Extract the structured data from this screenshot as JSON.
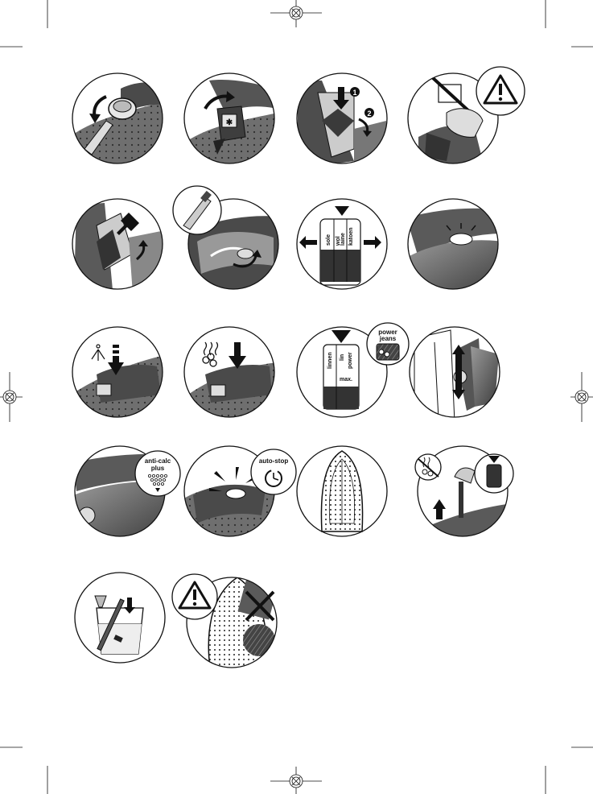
{
  "colors": {
    "ink": "#111111",
    "dark_grey": "#5a5a5a",
    "mid_grey": "#8a8a8a",
    "light_grey": "#c8c8c8",
    "paper": "#ffffff"
  },
  "registration_marks": [
    "crosshair-top",
    "crosshair-bottom",
    "crosshair-left",
    "crosshair-right"
  ],
  "steps": [
    {
      "id": 1,
      "icon": "dial-rotate-left"
    },
    {
      "id": 2,
      "icon": "dial-rotate-right"
    },
    {
      "id": 3,
      "icon": "press-button-sequence",
      "numbers": [
        "1",
        "2"
      ]
    },
    {
      "id": 4,
      "icon": "filling-under-tap-warning"
    },
    {
      "id": 5,
      "icon": "press-release-button"
    },
    {
      "id": 6,
      "icon": "fill-water-tank"
    },
    {
      "id": 7,
      "icon": "temperature-dial-scale",
      "dial_words": [
        "sole",
        "wol",
        "laine",
        "katoen"
      ]
    },
    {
      "id": 8,
      "icon": "indicator-light"
    },
    {
      "id": 9,
      "icon": "spray-button"
    },
    {
      "id": 10,
      "icon": "steam-shot-button"
    },
    {
      "id": 11,
      "icon": "power-jeans-dial",
      "badge": "power\njeans",
      "dial_words": [
        "linnen",
        "lin",
        "power",
        "max."
      ]
    },
    {
      "id": 12,
      "icon": "vertical-steaming"
    },
    {
      "id": 13,
      "icon": "anti-calc-plus",
      "badge": "anti-calc\nplus"
    },
    {
      "id": 14,
      "icon": "auto-stop",
      "badge": "auto-stop"
    },
    {
      "id": 15,
      "icon": "soleplate"
    },
    {
      "id": 16,
      "icon": "self-clean-iron-upright"
    },
    {
      "id": 17,
      "icon": "anti-calc-valve-in-glass"
    },
    {
      "id": 18,
      "icon": "soleplate-cleaning-warning"
    }
  ],
  "badges": {
    "anti_calc": [
      "anti-calc",
      "plus"
    ],
    "auto_stop": "auto-stop",
    "power_jeans": [
      "power",
      "jeans"
    ]
  },
  "step3_numbers": [
    "1",
    "2"
  ],
  "dial7_words": [
    "sole",
    "wol",
    "laine",
    "katoen"
  ],
  "dial11_words": [
    "linnen",
    "lin",
    "power",
    "max."
  ]
}
